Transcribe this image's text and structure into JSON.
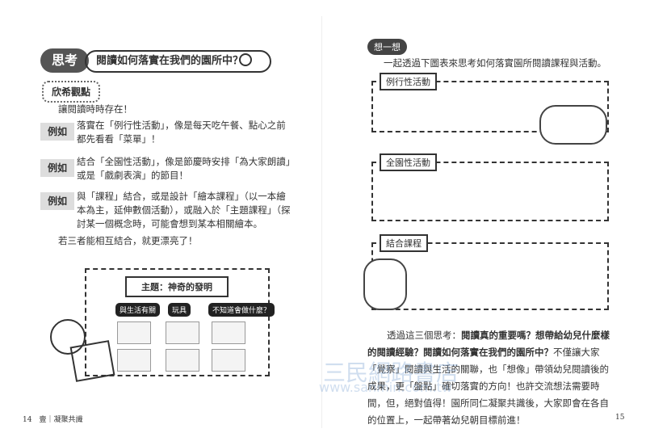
{
  "left": {
    "badge": "思考",
    "title": "閱讀如何落實在我們的園所中？",
    "section": "欣希觀點",
    "intro": "讓閱讀時時存在！",
    "examples": [
      {
        "tag": "例如",
        "text": "落實在「例行性活動」，像是每天吃午餐、點心之前都先看看「菜單」！"
      },
      {
        "tag": "例如",
        "text": "結合「全園性活動」，像是節慶時安排「為大家朗讀」或是「戲劇表演」的節目！"
      },
      {
        "tag": "例如",
        "text": "與「課程」結合，或是設計「繪本課程」（以一本繪本為主，延伸數個活動），或融入於「主題課程」（探討某一個概念時，可能會想到某本相關繪本。"
      }
    ],
    "closing": "若三者能相互結合，就更漂亮了！",
    "illustration": {
      "theme": "主題：神奇的發明",
      "columns": [
        "與生活有關",
        "玩具",
        "不知道會做什麼？"
      ]
    },
    "footer": "14　壹｜凝聚共識"
  },
  "right": {
    "badge": "想一想",
    "intro": "一起透過下圖表來思考如何落實園所閱讀課程與活動。",
    "boxes": [
      "例行性活動",
      "全園性活動",
      "結合課程"
    ],
    "summary_bold": "閱讀真的重要嗎？想帶給幼兒什麼樣的閱讀經驗？閱讀如何落實在我們的園所中？",
    "summary_pre": "透過這三個思考：",
    "summary_post": "不僅讓大家「覺察」閱讀與生活的關聯，也「想像」帶領幼兒閱讀後的成果，更「盤點」確切落實的方向！也許交流想法需要時間，但，絕對值得！園所同仁凝聚共識後，大家即會在各自的位置上，一起帶著幼兒朝目標前進！",
    "footer": "15"
  },
  "watermark": {
    "name": "三民網路書店",
    "url": "www.sanmin.com.tw"
  }
}
